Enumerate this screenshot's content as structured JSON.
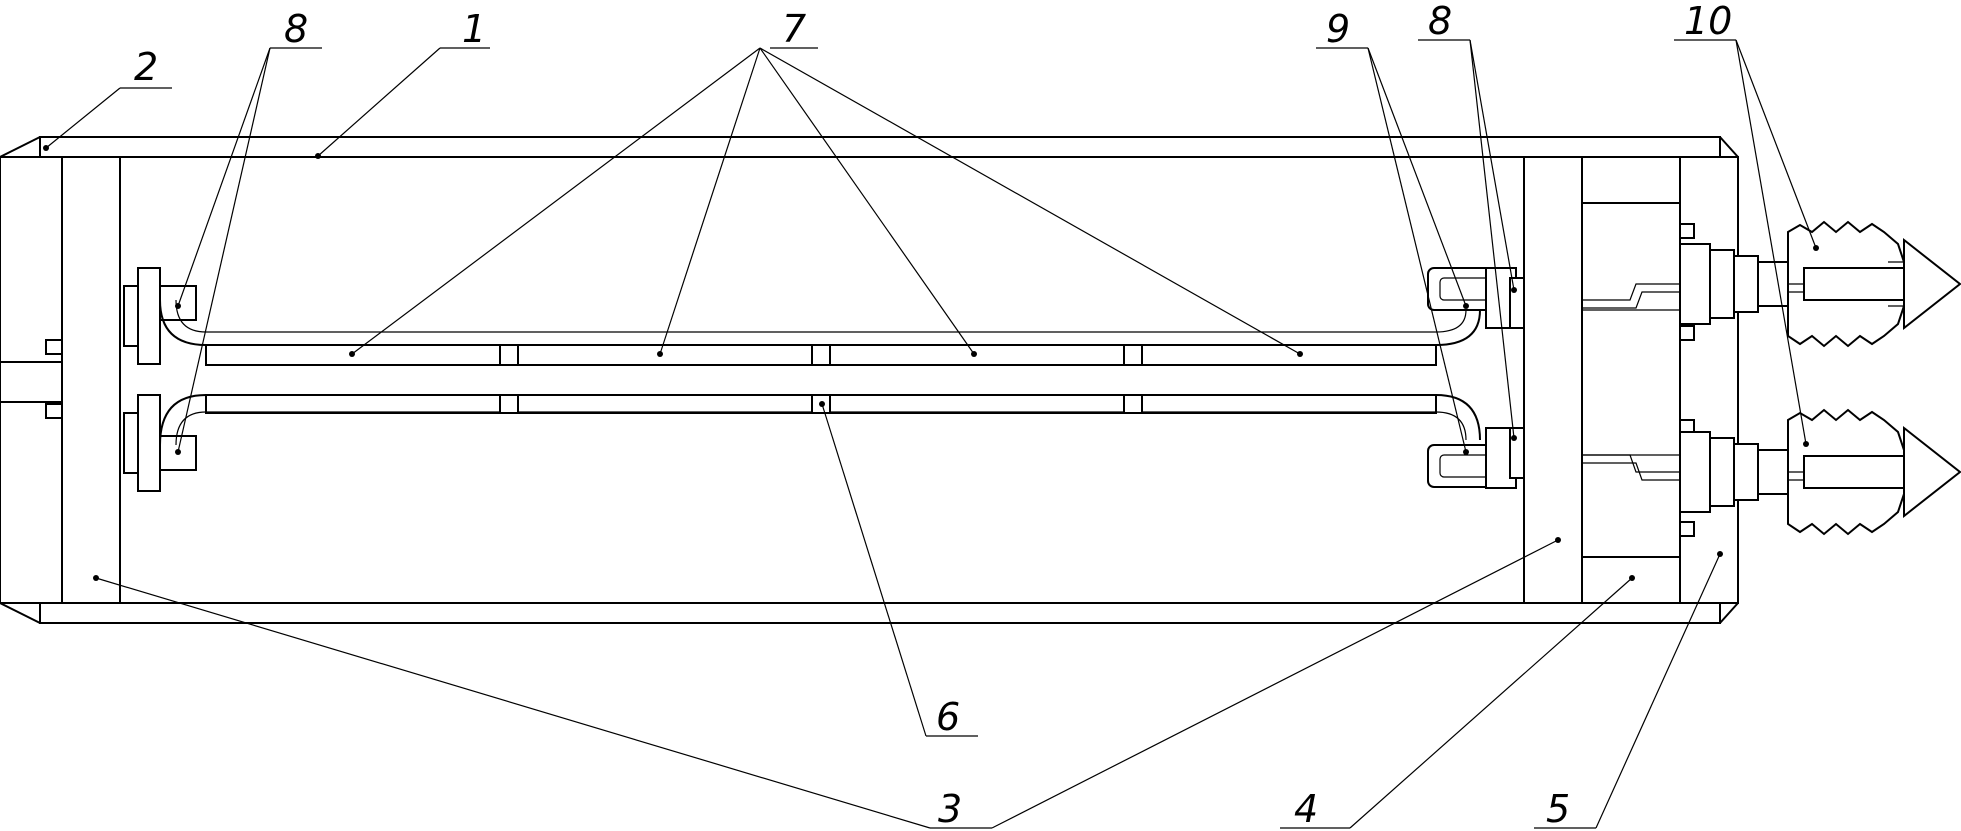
{
  "drawing": {
    "callouts": [
      {
        "id": "1",
        "label": "1"
      },
      {
        "id": "2",
        "label": "2"
      },
      {
        "id": "3",
        "label": "3"
      },
      {
        "id": "4",
        "label": "4"
      },
      {
        "id": "5",
        "label": "5"
      },
      {
        "id": "6",
        "label": "6"
      },
      {
        "id": "7",
        "label": "7"
      },
      {
        "id": "8a",
        "label": "8"
      },
      {
        "id": "8b",
        "label": "8"
      },
      {
        "id": "9",
        "label": "9"
      },
      {
        "id": "10",
        "label": "10"
      }
    ],
    "colors": {
      "line": "#000000",
      "background": "#ffffff"
    }
  }
}
